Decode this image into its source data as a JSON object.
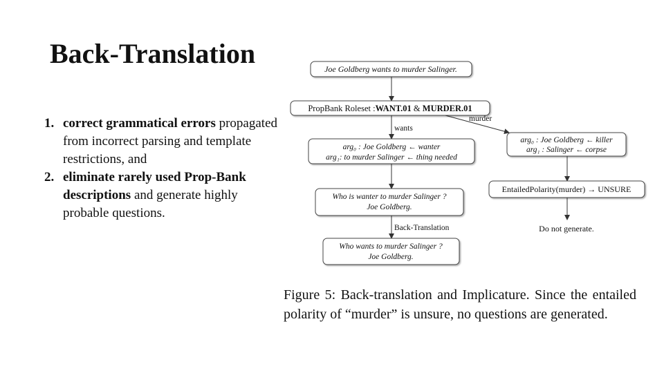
{
  "slide": {
    "title": "Back-Translation",
    "list": [
      {
        "num": "1.",
        "bold": "correct grammatical errors",
        "rest": " propagated from incorrect parsing and template restrictions, and"
      },
      {
        "num": "2.",
        "bold": "eliminate rarely used Prop-Bank descriptions",
        "rest": " and generate highly probable questions."
      }
    ]
  },
  "figure": {
    "boxes": {
      "sentence": "Joe Goldberg wants to murder Salinger.",
      "roleset_prefix": "PropBank Roleset :",
      "roleset_want": "WANT.01",
      "roleset_amp": " & ",
      "roleset_murder": "MURDER.01",
      "want_args_line1": "arg₀ : Joe Goldberg ← wanter",
      "want_args_line2": "arg₁: to murder Salinger ← thing needed",
      "murder_args_line1": "arg₀ : Joe Goldberg ← killer",
      "murder_args_line2": "arg₁ : Salinger ← corpse",
      "q1_line1": "Who is wanter to murder Salinger ?",
      "q1_line2": "Joe Goldberg.",
      "polarity": "EntailedPolarity(murder) → UNSURE",
      "q2_line1": "Who wants to murder Salinger ?",
      "q2_line2": "Joe Goldberg."
    },
    "edge_labels": {
      "wants": "wants",
      "murder": "murder",
      "back_translation": "Back-Translation"
    },
    "end_text": "Do not generate.",
    "caption": "Figure 5: Back-translation and Implicature. Since the entailed polarity of “murder” is unsure, no questions are generated."
  }
}
